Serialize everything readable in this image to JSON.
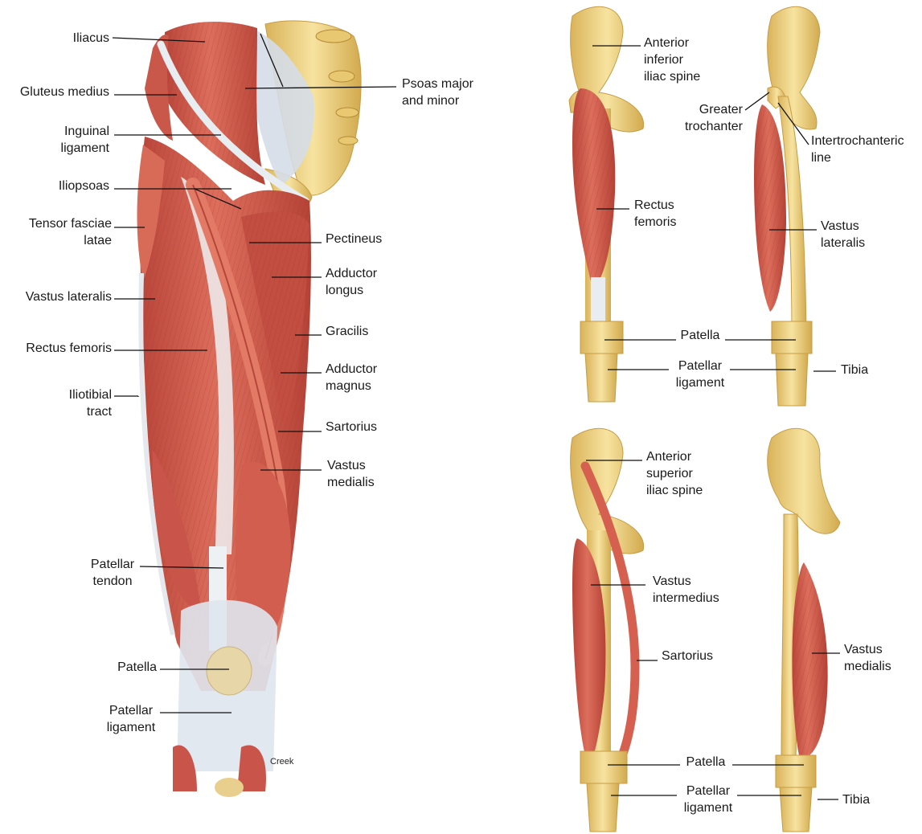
{
  "main_view": {
    "labels": {
      "iliacus": [
        "Iliacus"
      ],
      "gluteus_medius": [
        "Gluteus medius"
      ],
      "inguinal_ligament": [
        "Inguinal",
        "ligament"
      ],
      "iliopsoas": [
        "Iliopsoas"
      ],
      "tensor_fasciae_latae": [
        "Tensor fasciae",
        "latae"
      ],
      "vastus_lateralis": [
        "Vastus lateralis"
      ],
      "rectus_femoris": [
        "Rectus femoris"
      ],
      "iliotibial_tract": [
        "Iliotibial",
        "tract"
      ],
      "patellar_tendon": [
        "Patellar",
        "tendon"
      ],
      "patella": [
        "Patella"
      ],
      "patellar_ligament": [
        "Patellar",
        "ligament"
      ],
      "psoas": [
        "Psoas major",
        "and minor"
      ],
      "pectineus": [
        "Pectineus"
      ],
      "adductor_longus": [
        "Adductor",
        "longus"
      ],
      "gracilis": [
        "Gracilis"
      ],
      "adductor_magnus": [
        "Adductor",
        "magnus"
      ],
      "sartorius": [
        "Sartorius"
      ],
      "vastus_medialis": [
        "Vastus",
        "medialis"
      ]
    },
    "signature": "Creek"
  },
  "top_views": {
    "labels": {
      "anterior_inferior_iliac_spine": [
        "Anterior",
        "inferior",
        "iliac spine"
      ],
      "greater_trochanter": [
        "Greater",
        "trochanter"
      ],
      "intertrochanteric_line": [
        "Intertrochanteric",
        "line"
      ],
      "rectus_femoris": [
        "Rectus",
        "femoris"
      ],
      "vastus_lateralis": [
        "Vastus",
        "lateralis"
      ],
      "patella": [
        "Patella"
      ],
      "patellar_ligament": [
        "Patellar",
        "ligament"
      ],
      "tibia": [
        "Tibia"
      ]
    }
  },
  "bottom_views": {
    "labels": {
      "anterior_superior_iliac_spine": [
        "Anterior",
        "superior",
        "iliac spine"
      ],
      "vastus_intermedius": [
        "Vastus",
        "intermedius"
      ],
      "sartorius": [
        "Sartorius"
      ],
      "vastus_medialis": [
        "Vastus",
        "medialis"
      ],
      "patella": [
        "Patella"
      ],
      "patellar_ligament": [
        "Patellar",
        "ligament"
      ],
      "tibia": [
        "Tibia"
      ]
    }
  },
  "colors": {
    "muscle": "#cf5a4c",
    "muscle_dark": "#a8382f",
    "muscle_light": "#e48a76",
    "bone": "#f0d98a",
    "bone_shadow": "#d9b85a",
    "tendon": "#e9ecef",
    "fascia": "#c9d3e0",
    "leader": "#111111"
  }
}
